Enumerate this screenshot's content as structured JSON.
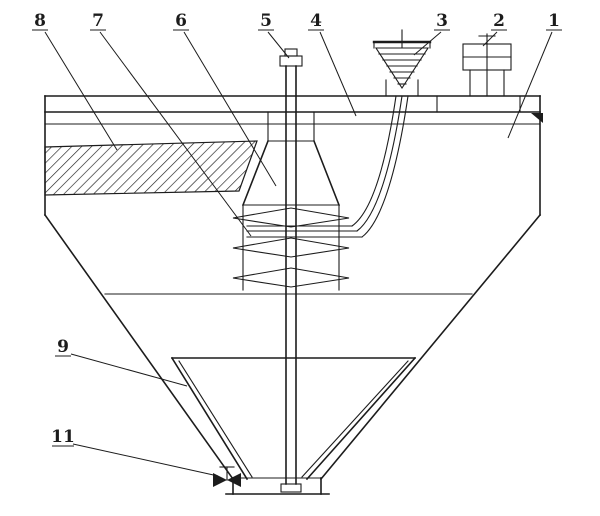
{
  "diagram": {
    "background_color": "#ffffff",
    "line_color": "#1c1c1c",
    "labels": {
      "l1": "1",
      "l2": "2",
      "l3": "3",
      "l4": "4",
      "l5": "5",
      "l6": "6",
      "l7": "7",
      "l8": "8",
      "l9": "9",
      "l11": "11"
    }
  }
}
